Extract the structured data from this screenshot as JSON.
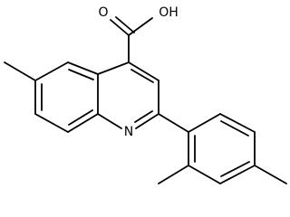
{
  "molecule": {
    "atom_labels": {
      "carboxyl_double_o": "O",
      "carboxyl_oh": "OH",
      "ring_nitrogen": "N"
    },
    "colors": {
      "bond": "#000000",
      "label": "#000000",
      "background": "#ffffff"
    }
  }
}
